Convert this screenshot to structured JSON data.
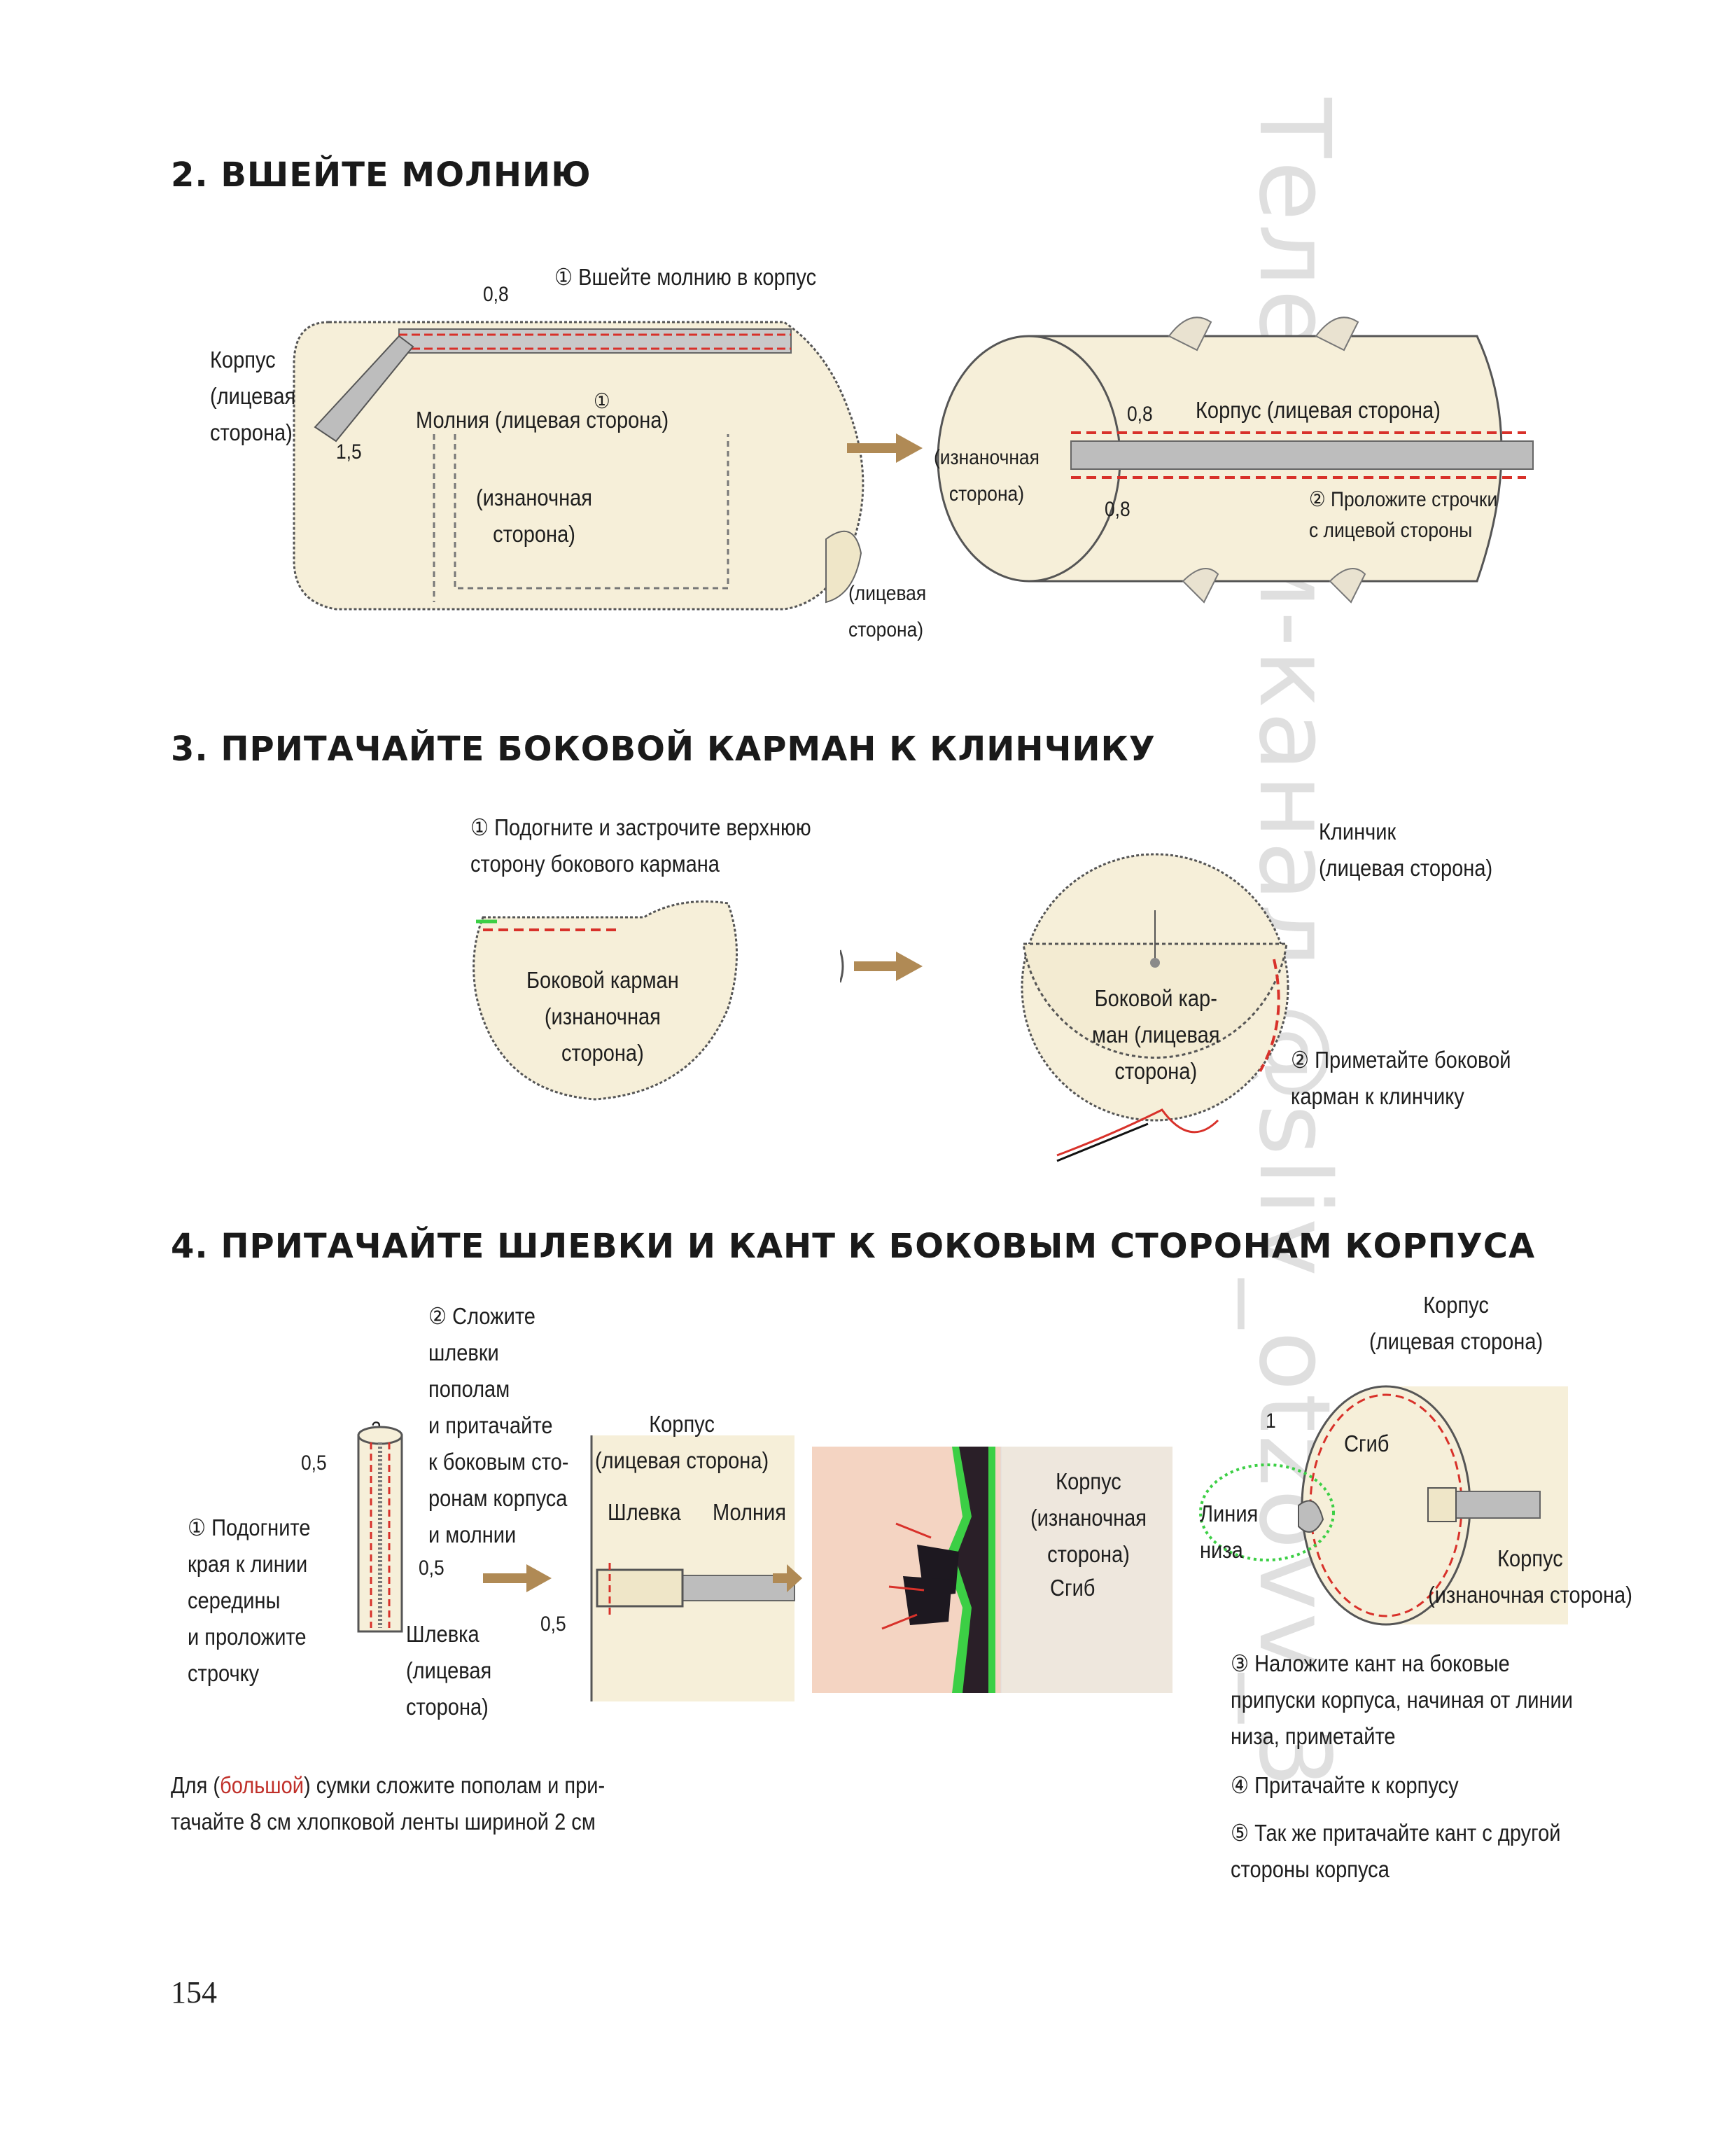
{
  "sections": [
    {
      "title": "2. ВШЕЙТЕ МОЛНИЮ"
    },
    {
      "title": "3. ПРИТАЧАЙТЕ БОКОВОЙ КАРМАН К КЛИНЧИКУ"
    },
    {
      "title": "4. ПРИТАЧАЙТЕ ШЛЕВКИ И КАНТ К БОКОВЫМ СТОРОНАМ КОРПУСА"
    }
  ],
  "s2": {
    "step1": "① Вшейте молнию в корпус",
    "dim_08a": "0,8",
    "korpus_face": "Корпус\n(лицевая\nсторона)",
    "dim_15": "1,5",
    "circ1": "①",
    "zip_face": "Молния (лицевая сторона)",
    "wrong_side_a": "(изнаночная\nсторона)",
    "face_side": "(лицевая\nсторона)",
    "wrong_side_b": "(изнаночная\nсторона)",
    "dim_08b": "0,8",
    "korpus_face2": "Корпус (лицевая сторона)",
    "dim_08c": "0,8",
    "step2": "② Проложите строчки\nс лицевой стороны"
  },
  "s3": {
    "step1": "① Подогните и застрочите верхнюю\nсторону бокового кармана",
    "pocket_wrong": "Боковой карман\n(изнаночная\nсторона)",
    "klinchik": "Клинчик\n(лицевая сторона)",
    "pocket_face": "Боковой кар-\nман (лицевая\nсторона)",
    "step2": "② Приметайте боковой\nкарман к клинчику"
  },
  "s4": {
    "step2": "② Сложите\nшлевки\nпополам\nи притачайте\nк боковым сто-\nронам корпуса\nи молнии",
    "dim_05a": "0,5",
    "dim_2": "2",
    "step1": "① Подогните\nкрая к линии\nсередины\nи проложите\nстрочку",
    "dim_05b": "0,5",
    "loop_face": "Шлевка\n(лицевая\nсторона)",
    "korpus_face": "Корпус\n(лицевая сторона)",
    "shlevka": "Шлевка",
    "molniya": "Молния",
    "dim_05c": "0,5",
    "korpus_wrong": "Корпус\n(изнаночная\nсторона)",
    "fold": "Сгиб",
    "korpus_face_r": "Корпус\n(лицевая сторона)",
    "dim_1": "1",
    "fold_r": "Сгиб",
    "bottom_line": "Линия\nниза",
    "korpus_wrong_r": "Корпус\n(изнаночная сторона)",
    "step3": "③ Наложите кант на боковые\nприпуски корпуса, начиная от линии\nниза, приметайте",
    "step4": "④ Притачайте к корпусу",
    "step5": "⑤ Так же притачайте кант с другой\nстороны корпуса",
    "note_pre": "Для (",
    "note_red": "большой",
    "note_post": ") сумки сложите пополам и при-\nтачайте 8 см хлопковой ленты шириной 2 см"
  },
  "watermark": "Телеграм-канал @sliv_otzovv_3",
  "page_number": "154",
  "colors": {
    "fabric": "#f6efd9",
    "stitch_red": "#d8312a",
    "arrow": "#b08a55",
    "piping_green": "#3ccf45"
  }
}
